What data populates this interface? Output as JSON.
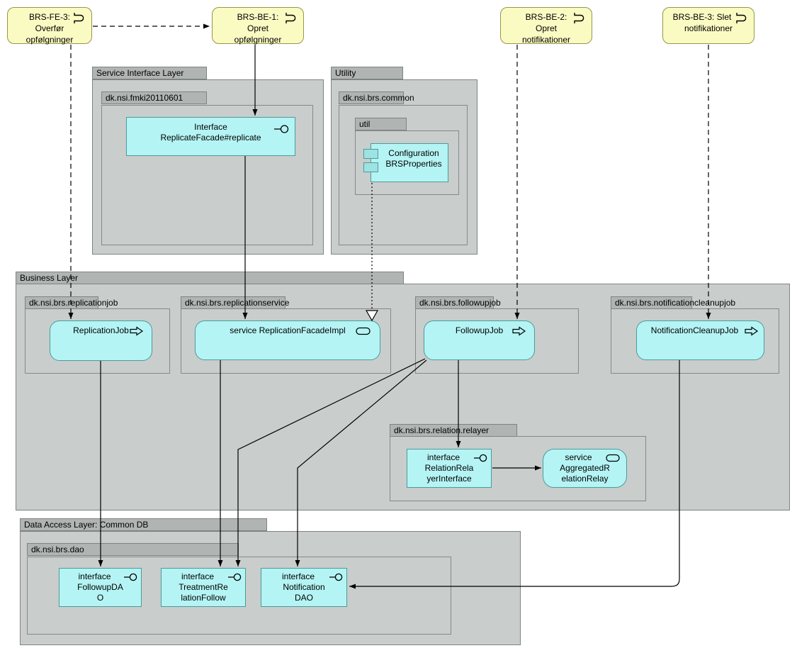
{
  "diagram": {
    "notes": [
      {
        "lines": [
          "BRS-FE-3:",
          "Overfør",
          "opfølgninger"
        ]
      },
      {
        "lines": [
          "BRS-BE-1:",
          "Opret",
          "opfølgninger"
        ]
      },
      {
        "lines": [
          "BRS-BE-2:",
          "Opret",
          "notifikationer"
        ]
      },
      {
        "lines": [
          "BRS-BE-3: Slet",
          "notifikationer",
          ""
        ]
      }
    ],
    "service_interface_layer": {
      "label": "Service Interface Layer",
      "package_fmki": {
        "label": "dk.nsi.fmki20110601"
      },
      "replicate_facade": {
        "lines": [
          "Interface",
          "ReplicateFacade#replicate"
        ]
      }
    },
    "utility_layer": {
      "label": "Utility",
      "package_common": {
        "label": "dk.nsi.brs.common"
      },
      "package_util": {
        "label": "util"
      },
      "configuration": {
        "lines": [
          "Configuration",
          "BRSProperties"
        ]
      }
    },
    "business_layer": {
      "label": "Business Layer",
      "package_replicationjob": {
        "label": "dk.nsi.brs.replicationjob",
        "component": "ReplicationJob"
      },
      "package_replicationservice": {
        "label": "dk.nsi.brs.replicationservice",
        "component": "service ReplicationFacadeImpl"
      },
      "package_followupjob": {
        "label": "dk.nsi.brs.followupjob",
        "component": "FollowupJob"
      },
      "package_notificationcleanupjob": {
        "label": "dk.nsi.brs.notificationcleanupjob",
        "component": "NotificationCleanupJob"
      },
      "package_relation_relayer": {
        "label": "dk.nsi.brs.relation.relayer",
        "relayer_interface": {
          "lines": [
            "interface",
            "RelationRela",
            "yerInterface"
          ]
        },
        "aggregated_relay": {
          "lines": [
            "service",
            "AggregatedR",
            "elationRelay"
          ]
        }
      }
    },
    "data_access_layer": {
      "label": "Data Access Layer: Common DB",
      "package_dao": {
        "label": "dk.nsi.brs.dao"
      },
      "followup_dao": {
        "lines": [
          "interface",
          "FollowupDA",
          "O"
        ]
      },
      "treatment_dao": {
        "lines": [
          "interface",
          "TreatmentRe",
          "lationFollow"
        ]
      },
      "notification_dao": {
        "lines": [
          "interface",
          "Notification",
          "DAO"
        ]
      }
    },
    "colors": {
      "note_fill": "#fafac3",
      "note_border": "#96964b",
      "component_fill": "#b5f4f4",
      "component_border": "#4a9c9c",
      "layer_fill": "#c9cdcc",
      "tab_fill": "#b0b4b3",
      "line": "#000000"
    }
  }
}
